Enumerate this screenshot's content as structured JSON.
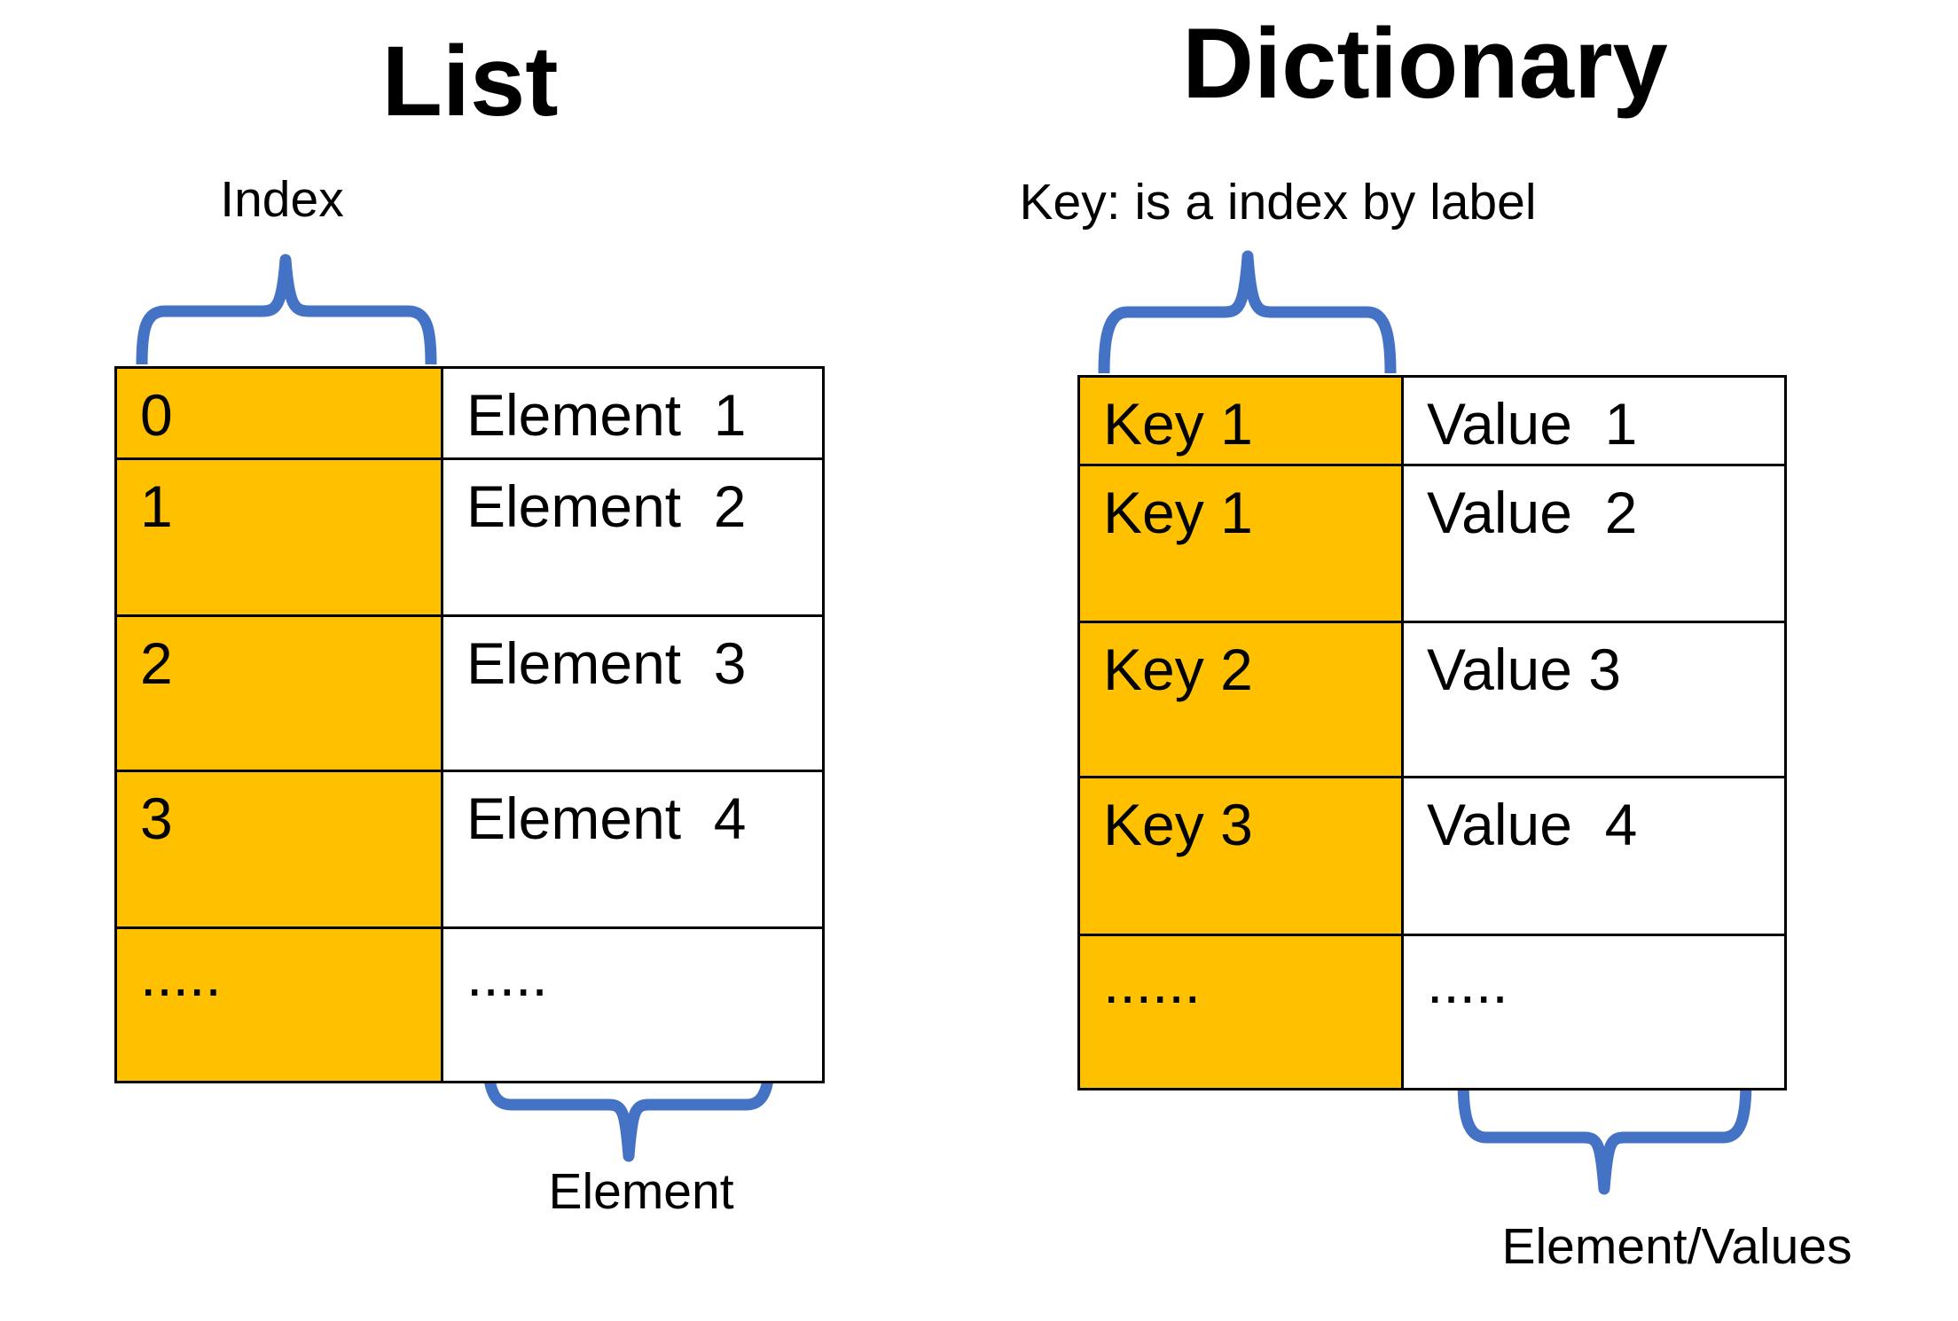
{
  "colors": {
    "highlight": "#FFC000",
    "brace": "#4472C4",
    "border": "#000000"
  },
  "list_section": {
    "title": "List",
    "top_label": "Index",
    "bottom_label": "Element",
    "rows": [
      {
        "index": "0",
        "element": "Element  1"
      },
      {
        "index": "1",
        "element": "Element  2"
      },
      {
        "index": "2",
        "element": "Element  3"
      },
      {
        "index": "3",
        "element": "Element  4"
      },
      {
        "index": ".....",
        "element": "....."
      }
    ]
  },
  "dictionary_section": {
    "title": "Dictionary",
    "top_label": "Key: is a index by label",
    "bottom_label": "Element/Values",
    "rows": [
      {
        "key": "Key 1",
        "value": "Value  1"
      },
      {
        "key": "Key 1",
        "value": "Value  2"
      },
      {
        "key": "Key 2",
        "value": "Value 3"
      },
      {
        "key": "Key 3",
        "value": "Value  4"
      },
      {
        "key": "......",
        "value": "....."
      }
    ]
  }
}
